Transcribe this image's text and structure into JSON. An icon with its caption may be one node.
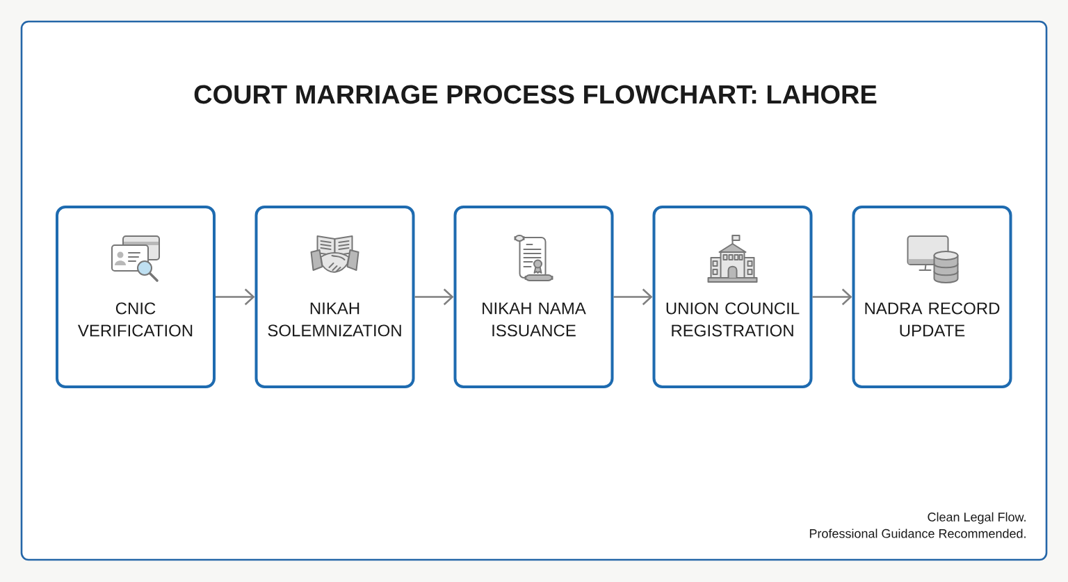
{
  "diagram": {
    "title": "COURT MARRIAGE PROCESS FLOWCHART: LAHORE",
    "nodes": [
      {
        "text": [
          "CNIC VERIFICATION"
        ]
      },
      {
        "text": [
          "NIKAH SOLEMNIZATION"
        ]
      },
      {
        "text": [
          "NIKAH NAMA ISSUANCE"
        ]
      },
      {
        "text": [
          "UNION COUNCIL REGISTRATION"
        ]
      },
      {
        "text": [
          "NADRA RECORD UPDATE"
        ]
      }
    ],
    "edges": [
      {
        "from": 0,
        "to": 1,
        "arrow": "to"
      },
      {
        "from": 1,
        "to": 2,
        "arrow": "to"
      },
      {
        "from": 2,
        "to": 3,
        "arrow": "to"
      },
      {
        "from": 3,
        "to": 4,
        "arrow": "to"
      }
    ],
    "labels": [
      "Clean Legal Flow.",
      "Professional Guidance Recommended."
    ]
  }
}
